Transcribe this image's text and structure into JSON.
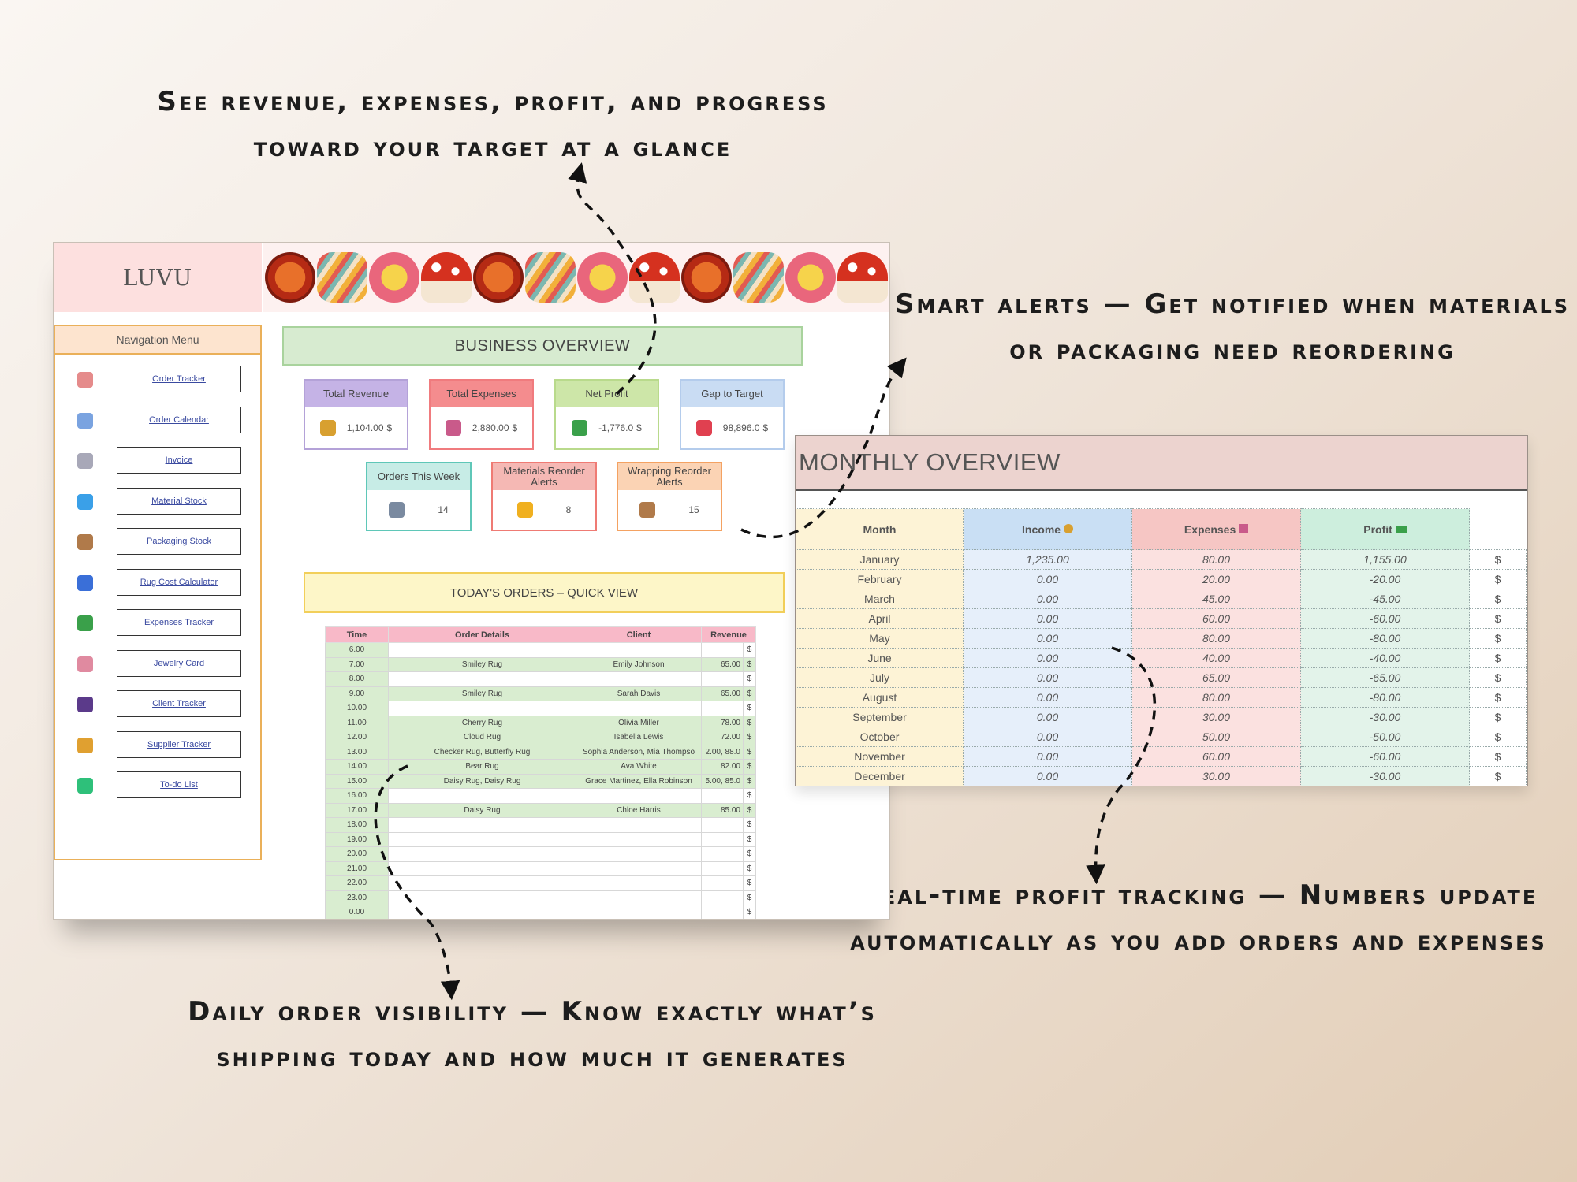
{
  "callouts": {
    "top": [
      "See revenue, expenses, profit, and progress",
      "toward your target at a glance"
    ],
    "right": [
      "Smart alerts — Get notified when materials",
      "or packaging need reordering"
    ],
    "bottom_right": [
      "Real-time profit tracking — Numbers update",
      "automatically as you add orders and expenses"
    ],
    "bottom_left": [
      "Daily order visibility — Know exactly what’s",
      "shipping today and how much it generates"
    ]
  },
  "brand": {
    "name": "LUVU"
  },
  "banner_icons": [
    "sun-icon",
    "wave-icon",
    "flower-icon",
    "mushroom-icon",
    "sun-icon",
    "wave-icon",
    "flower-icon",
    "mushroom-icon",
    "sun-icon",
    "wave-icon",
    "flower-icon",
    "mushroom-icon"
  ],
  "nav": {
    "title": "Navigation Menu",
    "items": [
      {
        "label": "Order Tracker",
        "icon": "clipboard-icon",
        "color": "#e58b8b"
      },
      {
        "label": "Order Calendar",
        "icon": "calendar-icon",
        "color": "#7aa3e0"
      },
      {
        "label": "Invoice",
        "icon": "receipt-icon",
        "color": "#a8a8b8"
      },
      {
        "label": "Material Stock",
        "icon": "gem-icon",
        "color": "#3aa0e8"
      },
      {
        "label": "Packaging Stock",
        "icon": "package-icon",
        "color": "#b07a4a"
      },
      {
        "label": "Rug Cost Calculator",
        "icon": "pin-icon",
        "color": "#3a6fd8"
      },
      {
        "label": "Expenses Tracker",
        "icon": "money-icon",
        "color": "#3aa04a"
      },
      {
        "label": "Jewelry Card",
        "icon": "memo-icon",
        "color": "#e08aa0"
      },
      {
        "label": "Client Tracker",
        "icon": "person-icon",
        "color": "#5b3a8a"
      },
      {
        "label": "Supplier Tracker",
        "icon": "truck-icon",
        "color": "#e0a030"
      },
      {
        "label": "To-do List",
        "icon": "check-icon",
        "color": "#2ec07a"
      }
    ]
  },
  "overview": {
    "title": "BUSINESS OVERVIEW",
    "kpis": [
      {
        "label": "Total Revenue",
        "value": "1,104.00",
        "unit": "$",
        "icon": "money-bag-icon",
        "color": "#c5b3e6",
        "border": "#b4a2d8",
        "iconColor": "#d8a030"
      },
      {
        "label": "Total Expenses",
        "value": "2,880.00",
        "unit": "$",
        "icon": "chart-down-icon",
        "color": "#f48c8e",
        "border": "#f07b7e",
        "iconColor": "#c95a8a"
      },
      {
        "label": "Net Profit",
        "value": "-1,776.0",
        "unit": "$",
        "icon": "chart-up-icon",
        "color": "#cde6a8",
        "border": "#b9da8c",
        "iconColor": "#3aa04a"
      },
      {
        "label": "Gap to Target",
        "value": "98,896.0",
        "unit": "$",
        "icon": "target-icon",
        "color": "#c9dcf3",
        "border": "#b4ccec",
        "iconColor": "#e04050"
      }
    ],
    "alerts": [
      {
        "label": "Orders This Week",
        "value": "14",
        "icon": "cart-icon",
        "color": "#c7ece6",
        "border": "#5fc7b8",
        "iconColor": "#7a8aa0"
      },
      {
        "label": "Materials Reorder Alerts",
        "value": "8",
        "icon": "warning-icon",
        "color": "#f5b8b4",
        "border": "#ef7b74",
        "iconColor": "#f0b020"
      },
      {
        "label": "Wrapping Reorder Alerts",
        "value": "15",
        "icon": "box-icon",
        "color": "#fbd3b4",
        "border": "#f4a262",
        "iconColor": "#b07a4a"
      }
    ]
  },
  "today": {
    "title": "TODAY'S ORDERS – QUICK VIEW",
    "columns": [
      "Time",
      "Order Details",
      "Client",
      "Revenue"
    ],
    "currency": "$",
    "rows": [
      {
        "time": "6.00",
        "details": "",
        "client": "",
        "revenue": ""
      },
      {
        "time": "7.00",
        "details": "Smiley Rug",
        "client": "Emily Johnson",
        "revenue": "65.00"
      },
      {
        "time": "8.00",
        "details": "",
        "client": "",
        "revenue": ""
      },
      {
        "time": "9.00",
        "details": "Smiley Rug",
        "client": "Sarah Davis",
        "revenue": "65.00"
      },
      {
        "time": "10.00",
        "details": "",
        "client": "",
        "revenue": ""
      },
      {
        "time": "11.00",
        "details": "Cherry Rug",
        "client": "Olivia Miller",
        "revenue": "78.00"
      },
      {
        "time": "12.00",
        "details": "Cloud Rug",
        "client": "Isabella Lewis",
        "revenue": "72.00"
      },
      {
        "time": "13.00",
        "details": "Checker Rug, Butterfly Rug",
        "client": "Sophia Anderson, Mia Thompso",
        "revenue": "2.00, 88.0"
      },
      {
        "time": "14.00",
        "details": "Bear Rug",
        "client": "Ava White",
        "revenue": "82.00"
      },
      {
        "time": "15.00",
        "details": "Daisy Rug, Daisy Rug",
        "client": "Grace Martinez, Ella Robinson",
        "revenue": "5.00, 85.0"
      },
      {
        "time": "16.00",
        "details": "",
        "client": "",
        "revenue": ""
      },
      {
        "time": "17.00",
        "details": "Daisy Rug",
        "client": "Chloe Harris",
        "revenue": "85.00"
      },
      {
        "time": "18.00",
        "details": "",
        "client": "",
        "revenue": ""
      },
      {
        "time": "19.00",
        "details": "",
        "client": "",
        "revenue": ""
      },
      {
        "time": "20.00",
        "details": "",
        "client": "",
        "revenue": ""
      },
      {
        "time": "21.00",
        "details": "",
        "client": "",
        "revenue": ""
      },
      {
        "time": "22.00",
        "details": "",
        "client": "",
        "revenue": ""
      },
      {
        "time": "23.00",
        "details": "",
        "client": "",
        "revenue": ""
      },
      {
        "time": "0.00",
        "details": "",
        "client": "",
        "revenue": ""
      }
    ]
  },
  "monthly": {
    "title": "MONTHLY OVERVIEW",
    "columns": [
      "Month",
      "Income",
      "Expenses",
      "Profit"
    ],
    "column_icons": [
      "",
      "money-bag-icon",
      "chart-down-icon",
      "cash-icon"
    ],
    "currency": "$",
    "rows": [
      {
        "month": "January",
        "income": "1,235.00",
        "expenses": "80.00",
        "profit": "1,155.00"
      },
      {
        "month": "February",
        "income": "0.00",
        "expenses": "20.00",
        "profit": "-20.00"
      },
      {
        "month": "March",
        "income": "0.00",
        "expenses": "45.00",
        "profit": "-45.00"
      },
      {
        "month": "April",
        "income": "0.00",
        "expenses": "60.00",
        "profit": "-60.00"
      },
      {
        "month": "May",
        "income": "0.00",
        "expenses": "80.00",
        "profit": "-80.00"
      },
      {
        "month": "June",
        "income": "0.00",
        "expenses": "40.00",
        "profit": "-40.00"
      },
      {
        "month": "July",
        "income": "0.00",
        "expenses": "65.00",
        "profit": "-65.00"
      },
      {
        "month": "August",
        "income": "0.00",
        "expenses": "80.00",
        "profit": "-80.00"
      },
      {
        "month": "September",
        "income": "0.00",
        "expenses": "30.00",
        "profit": "-30.00"
      },
      {
        "month": "October",
        "income": "0.00",
        "expenses": "50.00",
        "profit": "-50.00"
      },
      {
        "month": "November",
        "income": "0.00",
        "expenses": "60.00",
        "profit": "-60.00"
      },
      {
        "month": "December",
        "income": "0.00",
        "expenses": "30.00",
        "profit": "-30.00"
      }
    ]
  }
}
